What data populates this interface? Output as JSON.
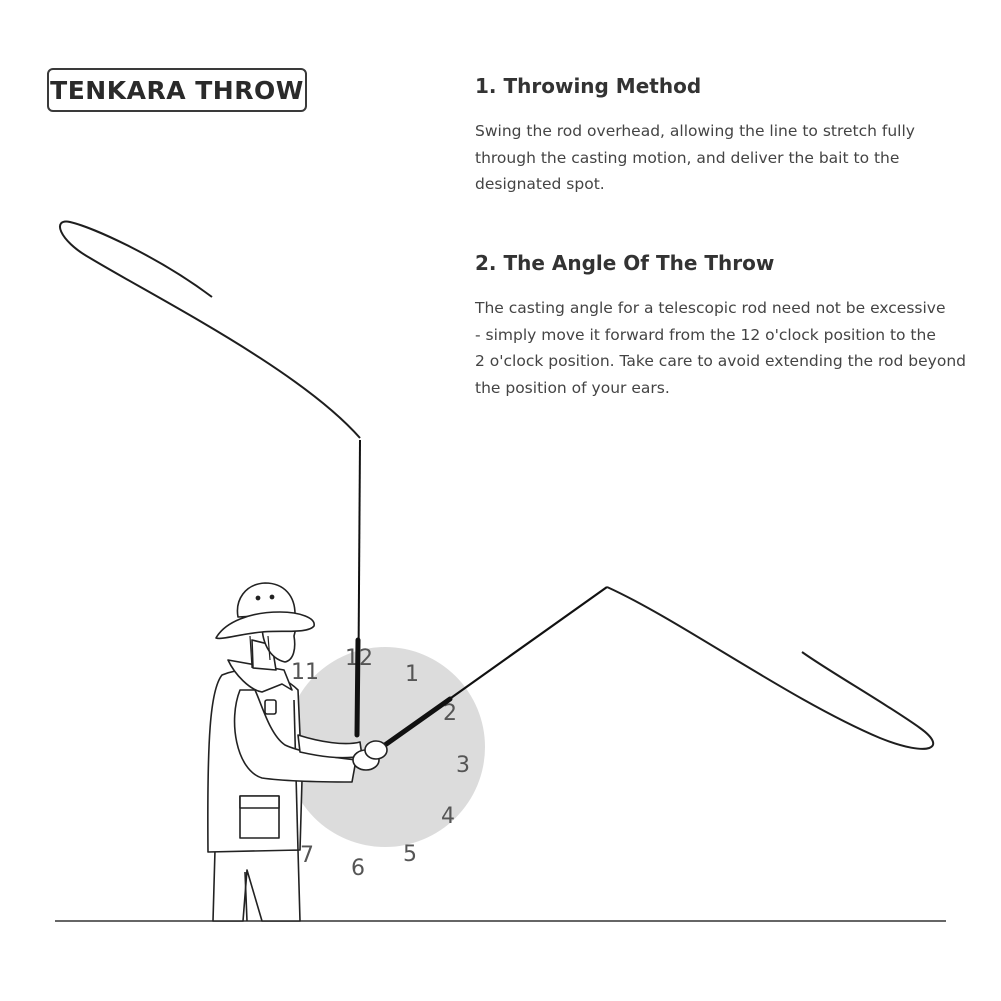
{
  "title": "TENKARA THROW",
  "sections": [
    {
      "heading": "1. Throwing Method",
      "body": "Swing the rod overhead, allowing the line to stretch fully\nthrough the casting motion, and deliver the bait to the\ndesignated spot."
    },
    {
      "heading": "2. The Angle Of The Throw",
      "body": "The casting angle for a telescopic rod need not be excessive\n- simply move it forward from the 12 o'clock position to the\n2 o'clock position. Take care to avoid extending the rod beyond\nthe position of your ears."
    }
  ],
  "clock": {
    "numbers": [
      "12",
      "1",
      "2",
      "3",
      "4",
      "5",
      "6",
      "7",
      "11"
    ]
  }
}
